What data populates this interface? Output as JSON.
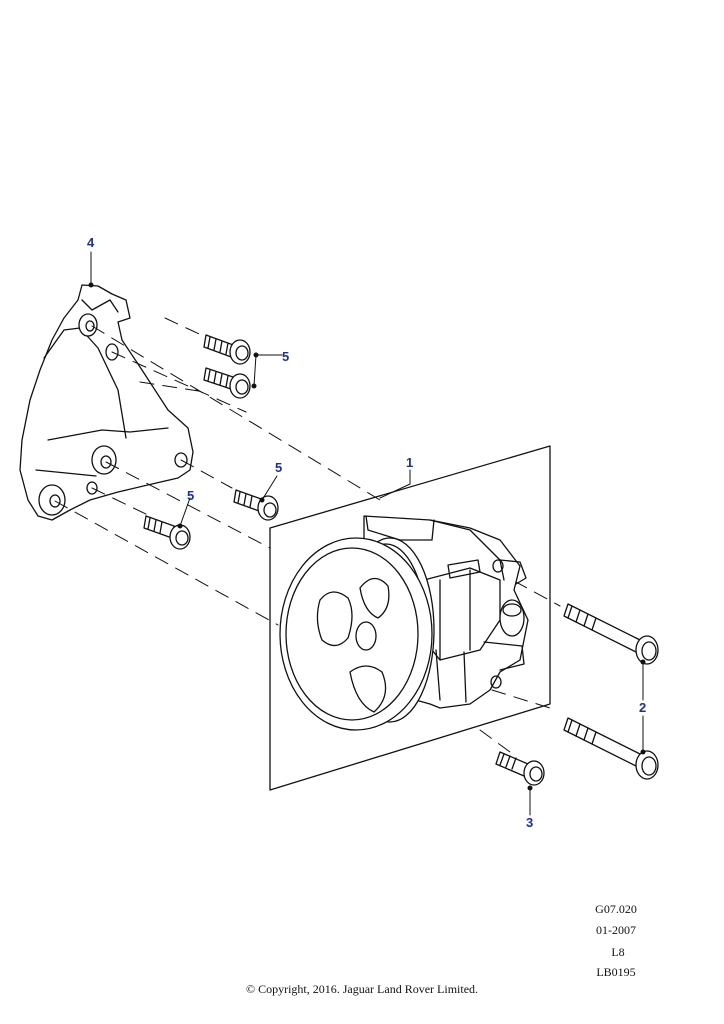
{
  "callouts": {
    "c1": "1",
    "c2": "2",
    "c3": "3",
    "c4": "4",
    "c5a": "5",
    "c5b": "5",
    "c5c": "5"
  },
  "meta": {
    "ref": "G07.020",
    "date": "01-2007",
    "engine": "L8",
    "code": "LB0195"
  },
  "copyright": "© Copyright, 2016. Jaguar Land Rover Limited.",
  "colors": {
    "callout": "#1a2fa8",
    "line": "#111111"
  }
}
